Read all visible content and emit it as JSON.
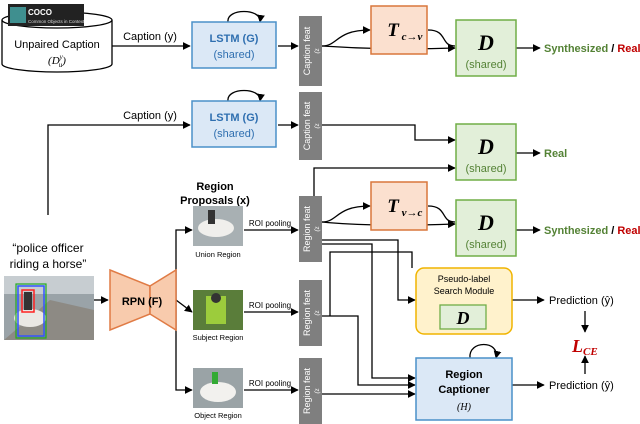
{
  "database": {
    "logo": "COCO",
    "logo_sub": "Common Objects in Context",
    "title": "Unpaired Caption",
    "sub": "(D",
    "sub_sup": "y",
    "sub_sub": "u",
    "sub_close": ")"
  },
  "labels": {
    "caption_y1": "Caption (y)",
    "caption_y2": "Caption (y)",
    "synthesized": "Synthesized",
    "slash": " / ",
    "real": "Real",
    "real_mid": "Real",
    "synthesized2": "Synthesized",
    "slash2": " / ",
    "real2": "Real",
    "region_proposals_1": "Region",
    "region_proposals_2": "Proposals (x)",
    "roi1": "ROI pooling",
    "roi2": "ROI pooling",
    "roi3": "ROI pooling",
    "union_region": "Union Region",
    "subject_region": "Subject Region",
    "object_region": "Object Region",
    "quote_1": "“police officer",
    "quote_2": "riding a horse”",
    "prediction1": "Prediction (ŷ)",
    "prediction2": "Prediction (ŷ)",
    "loss": "L",
    "loss_sub": "CE"
  },
  "lstm1": {
    "title": "LSTM (G)",
    "sub": "(shared)"
  },
  "lstm2": {
    "title": "LSTM (G)",
    "sub": "(shared)"
  },
  "feat": {
    "caption1": "Caption feat",
    "caption1_sym": "(z",
    "caption2": "Caption feat",
    "caption2_sym": "(z",
    "region_u": "Region feat",
    "region_u_sym": "(z",
    "region_s": "Region feat",
    "region_s_sym": "(z",
    "region_o": "Region feat",
    "region_o_sym": "(z"
  },
  "transforms": {
    "t_cv": "T",
    "t_cv_sub": "c→v",
    "t_vc": "T",
    "t_vc_sub": "v→c"
  },
  "discriminators": {
    "d_letter": "D",
    "d1_sub": "(shared)",
    "d2_sub": "(shared)",
    "d3_sub": "(shared)",
    "d_pl": "D"
  },
  "rpn": {
    "label": "RPN (F)"
  },
  "pseudo": {
    "line1": "Pseudo-label",
    "line2": "Search Module"
  },
  "captioner": {
    "line1": "Region",
    "line2": "Captioner",
    "line3": "(H)"
  },
  "colors": {
    "lstm_fill": "#dbe8f6",
    "lstm_stroke": "#4a90c9",
    "lstm_text": "#2f6fb0",
    "feat_fill": "#7f7f7f",
    "transform_fill": "#fbe0cf",
    "transform_stroke": "#d9773b",
    "d_fill": "#e2efd9",
    "d_stroke": "#70ad47",
    "d_text": "#548235",
    "rpn_fill": "#f8cbad",
    "rpn_stroke": "#e07b45",
    "pseudo_fill": "#fff2cc",
    "pseudo_stroke": "#f0b400",
    "synth_color": "#548235",
    "real_color": "#c00000",
    "loss_color": "#c00000"
  }
}
